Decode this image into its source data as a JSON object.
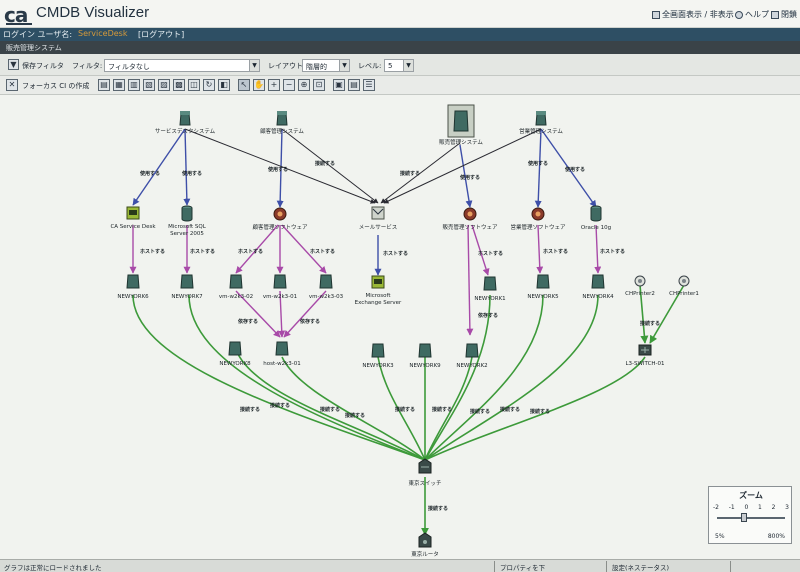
{
  "app": {
    "logo": "ca",
    "title": "CMDB Visualizer"
  },
  "header_links": {
    "fullscreen": "全画面表示 / 非表示",
    "help": "ヘルプ",
    "close": "閉鎖"
  },
  "login": {
    "label": "ログイン ユーザ名:",
    "user": "ServiceDesk",
    "logout": "[ログアウト]"
  },
  "section": {
    "title": "販売管理システム"
  },
  "filter_toolbar": {
    "saved_filter": "保存フィルタ",
    "filter_label": "フィルタ:",
    "filter_value": "フィルタなし",
    "layout_label": "レイアウト:",
    "layout_value": "階層的",
    "level_label": "レベル:",
    "level_value": "5"
  },
  "icon_toolbar": {
    "focus_label": "フォーカス CI の作成"
  },
  "graph": {
    "nodes": {
      "service_desk_system": "サービスデスクシステム",
      "customer_mgmt": "顧客管理システム",
      "sales_mgmt": "販売管理システム",
      "business_mgmt": "営業管理システム",
      "ca_service_desk": "CA Service Desk",
      "sql_server_1": "Microsoft SQL",
      "sql_server_2": "Server 2005",
      "customer_sw": "顧客管理ソフトウェア",
      "mail_service": "メールサービス",
      "sales_sw": "販売管理ソフトウェア",
      "business_sw": "営業管理ソフトウェア",
      "oracle": "Oracle 10g",
      "newyork6": "NEWYORK6",
      "newyork7": "NEWYORK7",
      "vm02": "vm-w2k3-02",
      "vm01": "vm-w2k3-01",
      "vm03": "vm-w2k3-03",
      "exchange_1": "Microsoft",
      "exchange_2": "Exchange Server",
      "newyork1": "NEWYORK1",
      "newyork5": "NEWYORK5",
      "newyork4": "NEWYORK4",
      "printer2": "CHPrinter2",
      "printer1": "CHPrinter1",
      "newyork8": "NEWYORK8",
      "host01": "host-w2k3-01",
      "newyork3": "NEWYORK3",
      "newyork9": "NEWYORK9",
      "newyork2": "NEWYORK2",
      "l3switch": "L3-SWITCH-01",
      "tokyo_switch": "東京スイッチ",
      "tokyo_router": "東京ルータ"
    },
    "edge_labels": {
      "uses": "使用する",
      "depends": "依存する",
      "connected": "接続する",
      "hosts": "ホストする"
    }
  },
  "zoom": {
    "title": "ズーム",
    "ticks": [
      "-2",
      "-1",
      "0",
      "1",
      "2",
      "3"
    ],
    "min": "5%",
    "max": "800%",
    "level": 0
  },
  "status": {
    "message": "グラフは正常にロードされました",
    "properties": "プロパティを下",
    "setting": "設定(ネステータス)"
  },
  "colors": {
    "login_bar": "#2e4f64",
    "section_bar": "#3a4348",
    "edge_green": "#3d9a3a",
    "edge_blue": "#3e4fa8",
    "edge_purple": "#a84aa8",
    "edge_black": "#2a2a32",
    "username": "#d59a3a"
  }
}
